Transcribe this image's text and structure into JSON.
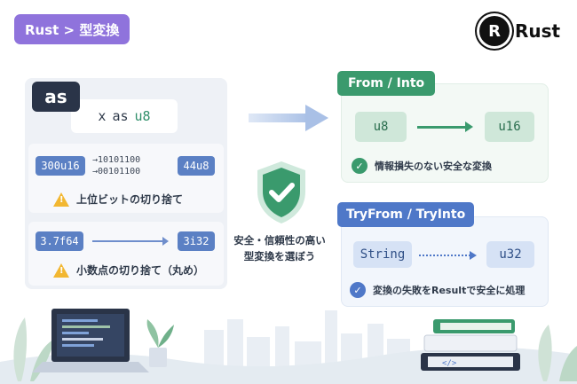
{
  "header": {
    "breadcrumb": "Rust > 型変換",
    "brand_mark": "R",
    "brand_name": "Rust"
  },
  "as_section": {
    "tag": "as",
    "code": {
      "x": "x",
      "keyword": "as",
      "type": "u8"
    },
    "example1": {
      "from": "300u16",
      "bits_top": "→10101100",
      "bits_bottom": "→00101100",
      "to": "44u8",
      "note": "上位ビットの切り捨て"
    },
    "example2": {
      "from": "3.7f64",
      "to": "3i32",
      "note": "小数点の切り捨て（丸め）"
    }
  },
  "center": {
    "caption_line1": "安全・信頼性の高い",
    "caption_line2": "型変換を選ぼう"
  },
  "from_into": {
    "title": "From / Into",
    "from": "u8",
    "to": "u16",
    "note": "情報損失のない安全な変換"
  },
  "try_from": {
    "title": "TryFrom / TryInto",
    "from": "String",
    "to": "u32",
    "note": "変換の失敗をResultで安全に処理"
  },
  "colors": {
    "accent_purple": "#8f73dc",
    "green": "#3a9a6d",
    "blue": "#4f78c8",
    "warning": "#f2b731"
  },
  "icons": [
    "rust-logo-icon",
    "arrow-right-icon",
    "shield-check-icon",
    "check-circle-icon",
    "warning-icon",
    "laptop-icon",
    "books-icon",
    "plant-icon"
  ]
}
